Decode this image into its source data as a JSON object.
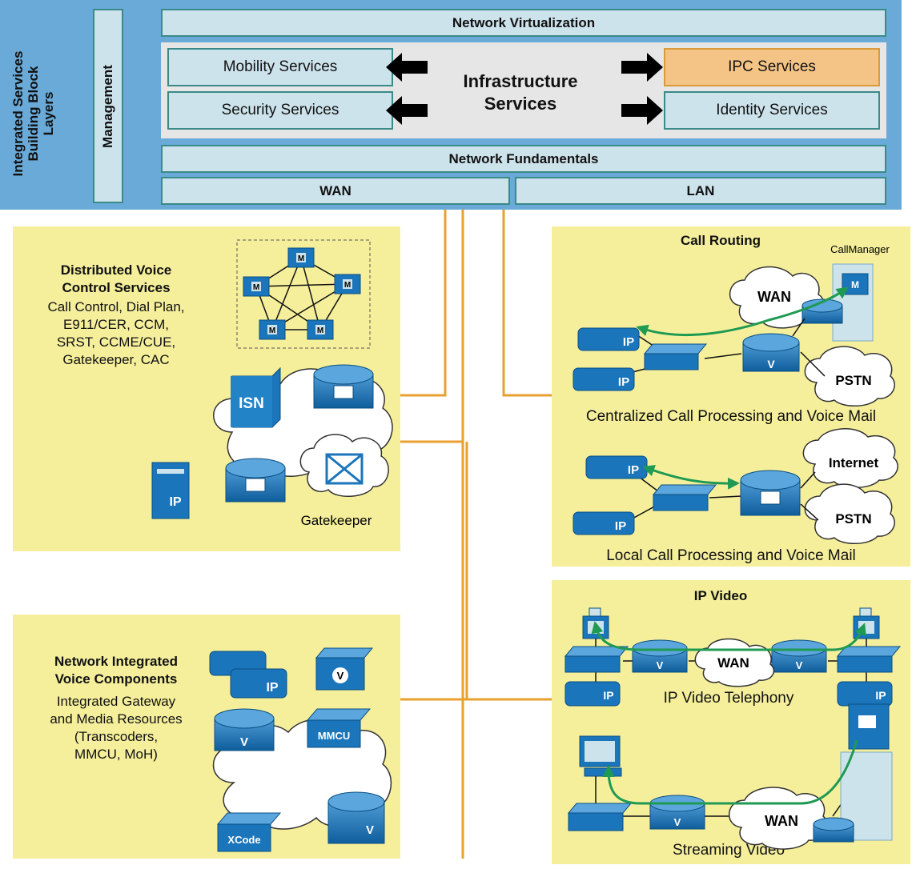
{
  "banner": {
    "side_title_lines": [
      "Integrated Services",
      "Building Block",
      "Layers"
    ],
    "management": "Management",
    "network_virtualization": "Network Virtualization",
    "infrastructure_title_lines": [
      "Infrastructure",
      "Services"
    ],
    "services": {
      "mobility": "Mobility Services",
      "security": "Security Services",
      "ipc": "IPC Services",
      "identity": "Identity Services"
    },
    "network_fundamentals": "Network Fundamentals",
    "wan": "WAN",
    "lan": "LAN"
  },
  "distributed": {
    "title_lines": [
      "Distributed Voice",
      "Control Services"
    ],
    "text_lines": [
      "Call Control, Dial Plan,",
      "E911/CER, CCM,",
      "SRST, CCME/CUE,",
      "Gatekeeper, CAC"
    ],
    "isn": "ISN",
    "gatekeeper": "Gatekeeper",
    "sip": "IP",
    "m_label": "M"
  },
  "integrated": {
    "title_lines": [
      "Network Integrated",
      "Voice Components"
    ],
    "text_lines": [
      "Integrated Gateway",
      "and Media Resources",
      "(Transcoders,",
      "MMCU, MoH)"
    ],
    "mmcu": "MMCU",
    "xcode": "XCode",
    "v_label": "V",
    "ip_label": "IP"
  },
  "call_routing": {
    "title": "Call Routing",
    "callmanager": "CallManager",
    "wan": "WAN",
    "pstn": "PSTN",
    "internet": "Internet",
    "ip_label": "IP",
    "v_label": "V",
    "m_label": "M",
    "caption_centralized": "Centralized Call Processing and Voice Mail",
    "caption_local": "Local Call Processing and Voice Mail"
  },
  "ip_video": {
    "title": "IP Video",
    "wan": "WAN",
    "ip_label": "IP",
    "v_label": "V",
    "caption_telephony": "IP Video Telephony",
    "caption_streaming": "Streaming Video"
  },
  "colors": {
    "banner": "#6aaad8",
    "bar_fill": "#cde3ec",
    "bar_border": "#3a8a88",
    "ipc_fill": "#f4c486",
    "panel": "#f5ef9c",
    "connector": "#e8a030",
    "device_blue": "#1a75bb",
    "arrow_green": "#1f9a52"
  }
}
